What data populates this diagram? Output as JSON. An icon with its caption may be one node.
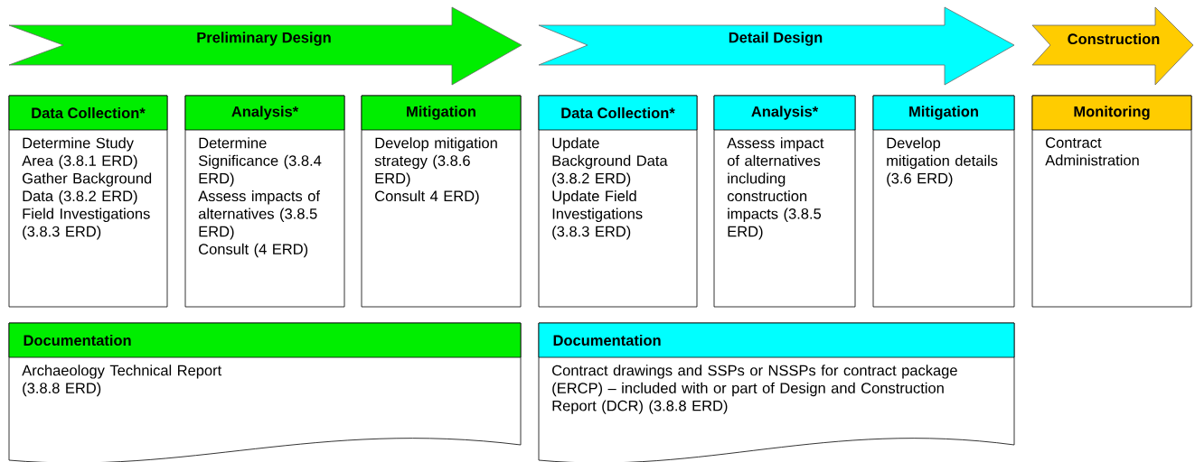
{
  "diagram": {
    "nodes": [
      {
        "text": [
          "Preliminary Design"
        ]
      },
      {
        "text": [
          "Detail Design"
        ]
      },
      {
        "text": [
          "Construction"
        ]
      },
      {
        "text": [
          "Data Collection*",
          "Determine Study Area (3.8.1 ERD)",
          "Gather Background Data (3.8.2 ERD)",
          "Field Investigations (3.8.3 ERD)"
        ]
      },
      {
        "text": [
          "Analysis*",
          "Determine Significance (3.8.4 ERD)",
          "Assess impacts of alternatives (3.8.5 ERD)",
          "Consult (4 ERD)"
        ]
      },
      {
        "text": [
          "Mitigation",
          "Develop mitigation strategy (3.8.6 ERD)",
          "Consult 4 ERD)"
        ]
      },
      {
        "text": [
          "Data Collection*",
          "Update Background Data (3.8.2 ERD)",
          "Update Field Investigations (3.8.3 ERD)"
        ]
      },
      {
        "text": [
          "Analysis*",
          "Assess impact of alternatives including construction impacts (3.8.5 ERD)"
        ]
      },
      {
        "text": [
          "Mitigation",
          "Develop mitigation details (3.6 ERD)"
        ]
      },
      {
        "text": [
          "Monitoring",
          "Contract Administration"
        ]
      },
      {
        "text": [
          "Documentation",
          "Archaeology Technical Report (3.8.8 ERD)"
        ]
      },
      {
        "text": [
          "Documentation",
          "Contract drawings and SSPs or NSSPs for contract package (ERCP) – included with or part of Design and Construction Report (DCR) (3.8.8 ERD)"
        ]
      }
    ]
  }
}
